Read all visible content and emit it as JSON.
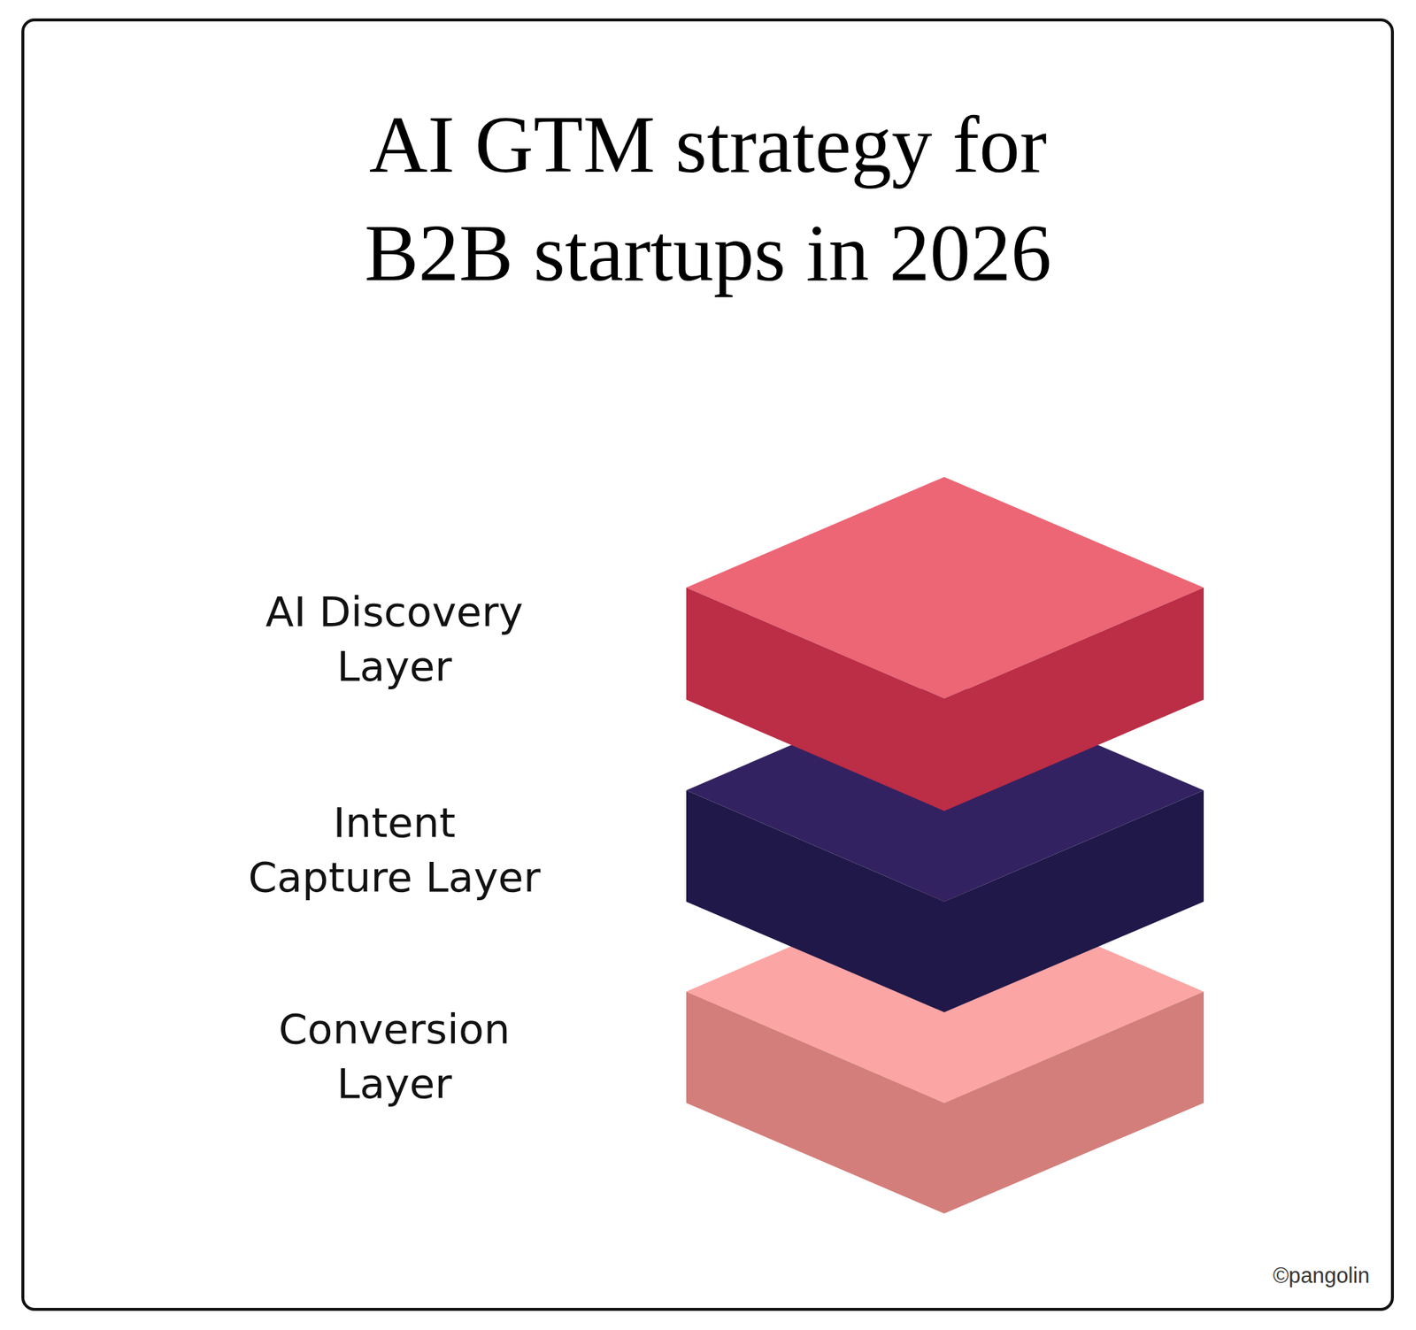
{
  "diagram": {
    "title": "AI GTM strategy for B2B startups in 2026",
    "labels": [
      "AI Discovery Layer",
      "Intent Capture Layer",
      "Conversion Layer",
      "©pangolin"
    ]
  }
}
